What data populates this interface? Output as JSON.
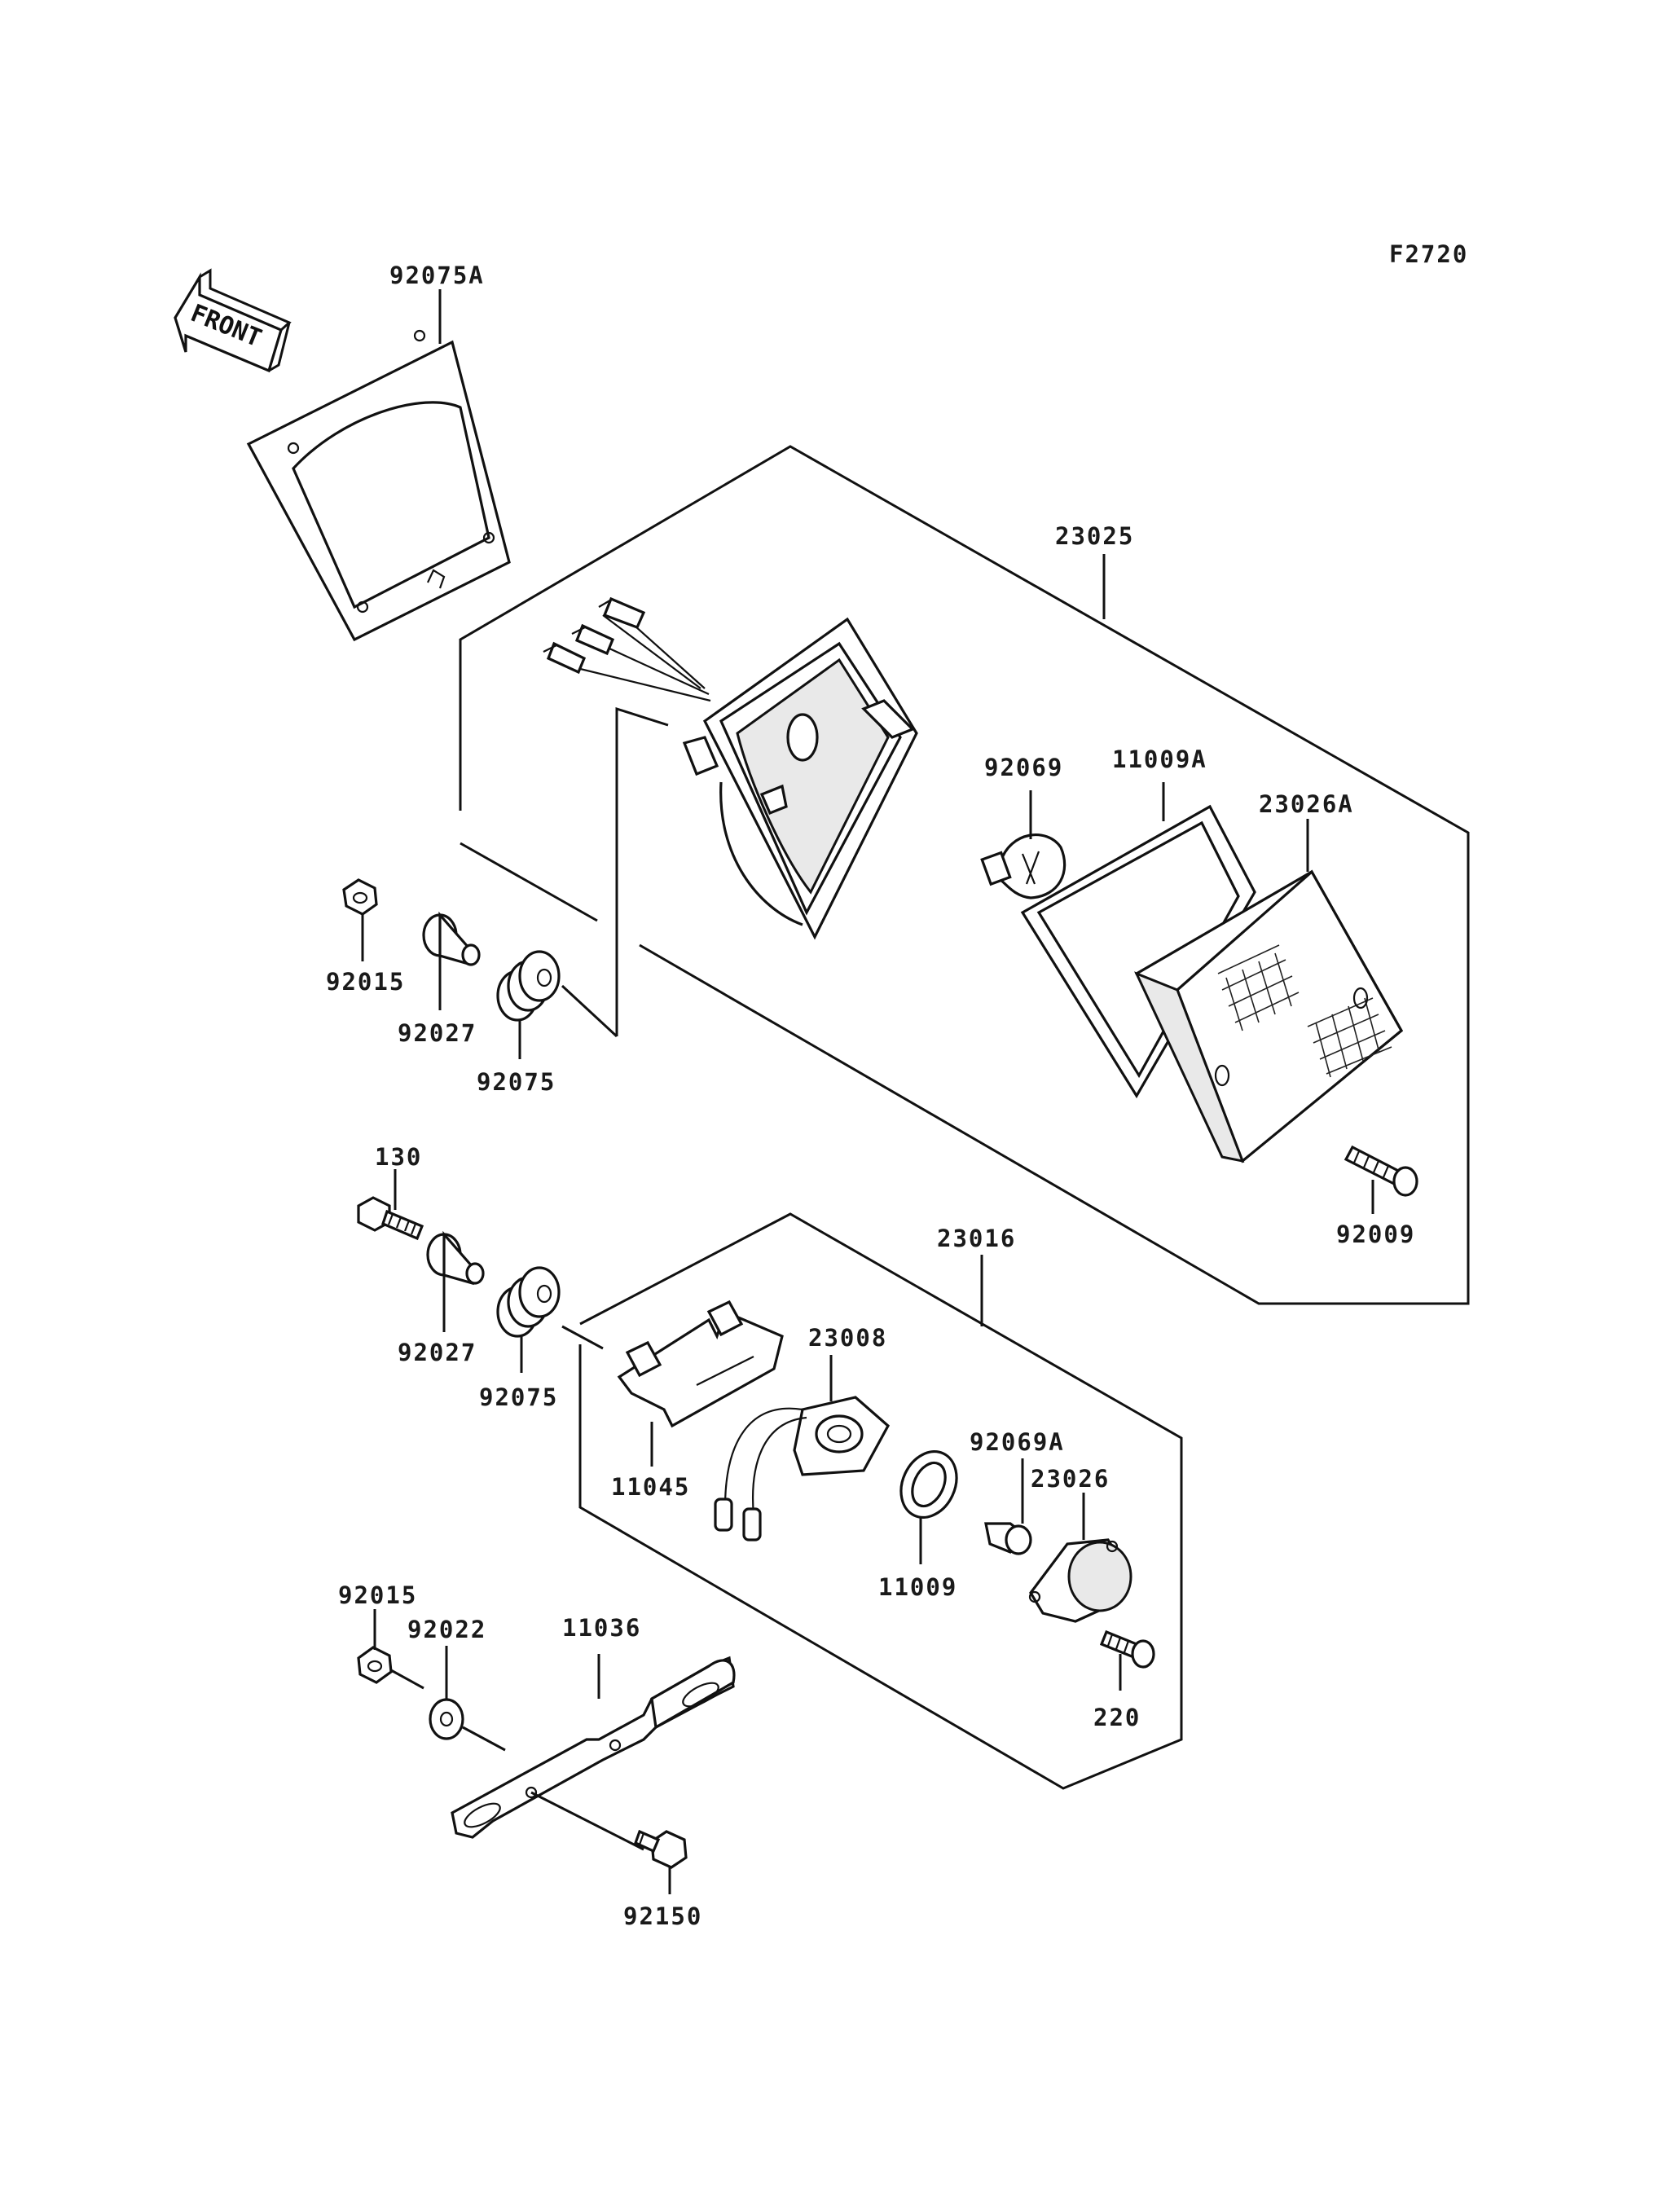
{
  "figure_code": "F2720",
  "front_arrow_label": "FRONT",
  "parts": {
    "p92075A": "92075A",
    "p23025": "23025",
    "p92069": "92069",
    "p11009A": "11009A",
    "p23026A": "23026A",
    "p92015_top": "92015",
    "p92027_top": "92027",
    "p92075_top": "92075",
    "p92009": "92009",
    "p130": "130",
    "p92027_mid": "92027",
    "p92075_mid": "92075",
    "p23016": "23016",
    "p23008": "23008",
    "p11045": "11045",
    "p92069A": "92069A",
    "p23026": "23026",
    "p11009": "11009",
    "p220": "220",
    "p92015_bot": "92015",
    "p92022": "92022",
    "p11036": "11036",
    "p92150": "92150"
  }
}
